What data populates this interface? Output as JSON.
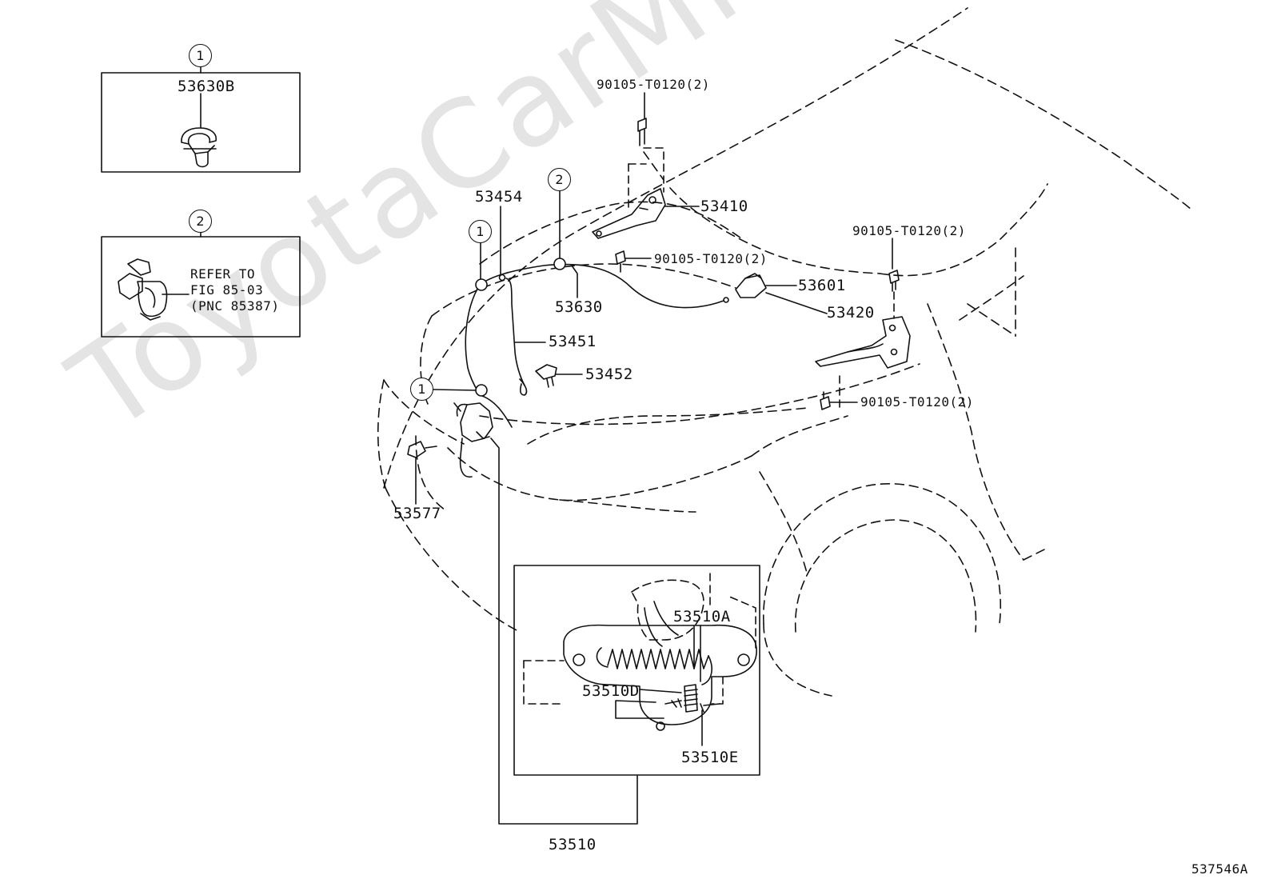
{
  "watermark": "ToyotaCarMine.ru",
  "figure_code": "537546A",
  "insets": [
    {
      "marker": "1",
      "part": "53630B"
    },
    {
      "marker": "2",
      "note": "REFER TO\nFIG 85-03\n(PNC 85387)"
    }
  ],
  "markers": [
    "2",
    "1",
    "1"
  ],
  "parts": {
    "p53454": "53454",
    "p53410": "53410",
    "p53630": "53630",
    "p53601": "53601",
    "p53420": "53420",
    "p53451": "53451",
    "p53452": "53452",
    "p53577": "53577",
    "p53510": "53510",
    "p53510A": "53510A",
    "p53510D": "53510D",
    "p53510E": "53510E",
    "bolt_top": "90105-T0120(2)",
    "bolt_mid": "90105-T0120(2)",
    "bolt_right_top": "90105-T0120(2)",
    "bolt_right_bottom": "90105-T0120(2)"
  }
}
